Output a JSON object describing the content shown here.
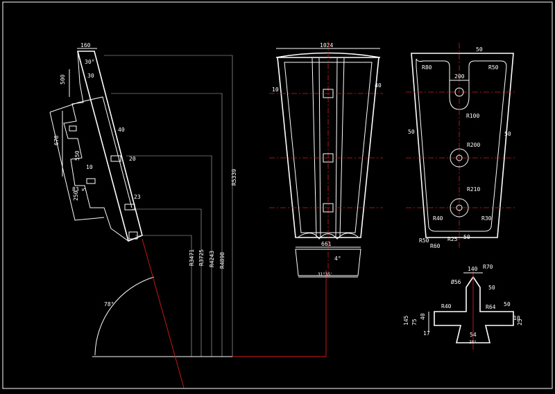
{
  "colors": {
    "background": "#000000",
    "line": "#ffffff",
    "center": "#d81a1a"
  },
  "side_view": {
    "top_width": "160",
    "angle_top": "30°",
    "h500": "500",
    "v678": "678",
    "v550": "550",
    "v250": "250",
    "v5": "5",
    "r_top": "R5339",
    "r_3": "R4898",
    "r_2": "R4243",
    "r_1": "R3725",
    "r_0": "R3471",
    "angle_bottom": "78°",
    "small_marks": [
      "30",
      "40",
      "20",
      "23",
      "10",
      "83"
    ]
  },
  "front_view": {
    "top_width": "1024",
    "bottom_width": "661",
    "left_margin": "10",
    "right_margin": "40",
    "bottom_angle": "4°",
    "bottom_dim": "31°35'"
  },
  "back_view": {
    "r_left_top": "R80",
    "r_right_top": "R50",
    "slot_width": "200",
    "top_mark": "50",
    "r1": "R100",
    "r2": "R200",
    "r3": "R210",
    "left_side": "50",
    "right_side": "50",
    "bottom_right": "50",
    "bottom_marks": [
      "R50",
      "R60",
      "R40",
      "R25",
      "R30"
    ]
  },
  "section_view": {
    "w140": "140",
    "r70": "R70",
    "d56": "Ø56",
    "d50": "50",
    "d64": "R64",
    "r40": "R40",
    "h145": "145",
    "h75": "75",
    "h40": "40",
    "h17": "17",
    "w54": "54",
    "d50b": "50",
    "h25": "25",
    "angle": "28°",
    "side": "10"
  }
}
